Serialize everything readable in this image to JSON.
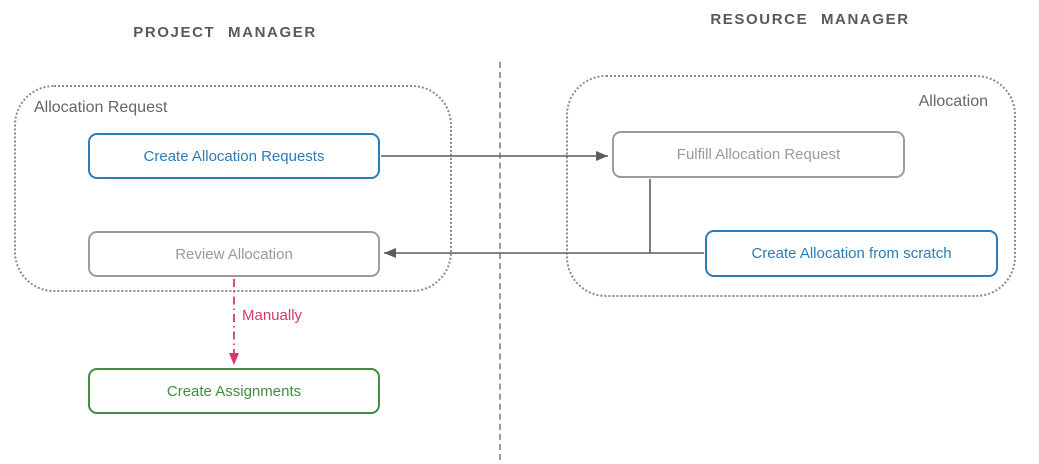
{
  "lanes": {
    "left": {
      "title": "PROJECT MANAGER"
    },
    "right": {
      "title": "RESOURCE MANAGER"
    }
  },
  "groups": {
    "allocation_request": {
      "label": "Allocation Request"
    },
    "allocation": {
      "label": "Allocation"
    }
  },
  "nodes": {
    "create_allocation_requests": {
      "label": "Create Allocation Requests",
      "style": "blue"
    },
    "fulfill_allocation_request": {
      "label": "Fulfill Allocation Request",
      "style": "gray"
    },
    "review_allocation": {
      "label": "Review Allocation",
      "style": "gray"
    },
    "create_allocation_from_scratch": {
      "label": "Create Allocation from scratch",
      "style": "blue"
    },
    "create_assignments": {
      "label": "Create Assignments",
      "style": "green"
    }
  },
  "edges": [
    {
      "from": "create_allocation_requests",
      "to": "fulfill_allocation_request",
      "style": "solid",
      "label": ""
    },
    {
      "from": "fulfill_allocation_request",
      "to": "review_allocation",
      "style": "solid",
      "label": ""
    },
    {
      "from": "create_allocation_from_scratch",
      "to": "review_allocation",
      "style": "solid",
      "label": ""
    },
    {
      "from": "review_allocation",
      "to": "create_assignments",
      "style": "dash-dot",
      "label": "Manually"
    }
  ],
  "colors": {
    "node_blue": "#2b7cb9",
    "node_green": "#3f8e41",
    "node_gray": "#9c9c9c",
    "edge_gray": "#5c5c5c",
    "edge_crimson": "#d6386e",
    "container_border": "#8a8a8a",
    "header_text": "#595959",
    "container_label": "#666666",
    "divider": "#9a9a9a",
    "background": "#ffffff"
  }
}
